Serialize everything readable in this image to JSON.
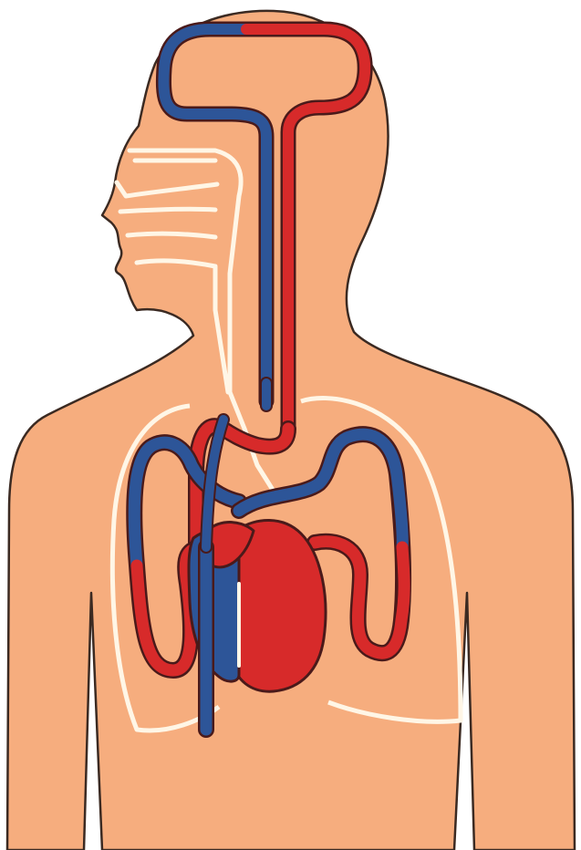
{
  "diagram": {
    "colors": {
      "background": "#ffffff",
      "skin": "#f6ad7e",
      "outline": "#3b2a22",
      "airway": "#fff6e6",
      "oxygenated_blood": "#d72a2a",
      "deoxygenated_blood": "#2d5598",
      "vessel_edge": "#4a1a1a"
    },
    "parts": [
      "body-silhouette",
      "airway",
      "lungs",
      "heart",
      "head-vessel-loop",
      "neck-vessels",
      "left-pulmonary-loop",
      "right-pulmonary-loop",
      "vena-cava",
      "aorta"
    ]
  }
}
